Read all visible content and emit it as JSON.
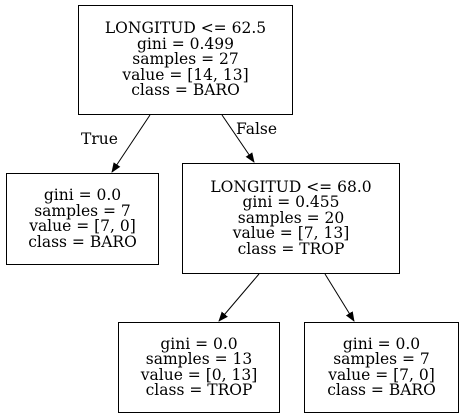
{
  "nodes": {
    "root": {
      "lines": [
        "LONGITUD <= 62.5",
        "gini = 0.499",
        "samples = 27",
        "value = [14, 13]",
        "class = BARO"
      ]
    },
    "left": {
      "lines": [
        "gini = 0.0",
        "samples = 7",
        "value = [7, 0]",
        "class = BARO"
      ]
    },
    "right": {
      "lines": [
        "LONGITUD <= 68.0",
        "gini = 0.455",
        "samples = 20",
        "value = [7, 13]",
        "class = TROP"
      ]
    },
    "right_left": {
      "lines": [
        "gini = 0.0",
        "samples = 13",
        "value = [0, 13]",
        "class = TROP"
      ]
    },
    "right_right": {
      "lines": [
        "gini = 0.0",
        "samples = 7",
        "value = [7, 0]",
        "class = BARO"
      ]
    }
  },
  "edges": {
    "true_label": "True",
    "false_label": "False"
  },
  "colors": {
    "stroke": "#000000",
    "background": "#ffffff"
  }
}
